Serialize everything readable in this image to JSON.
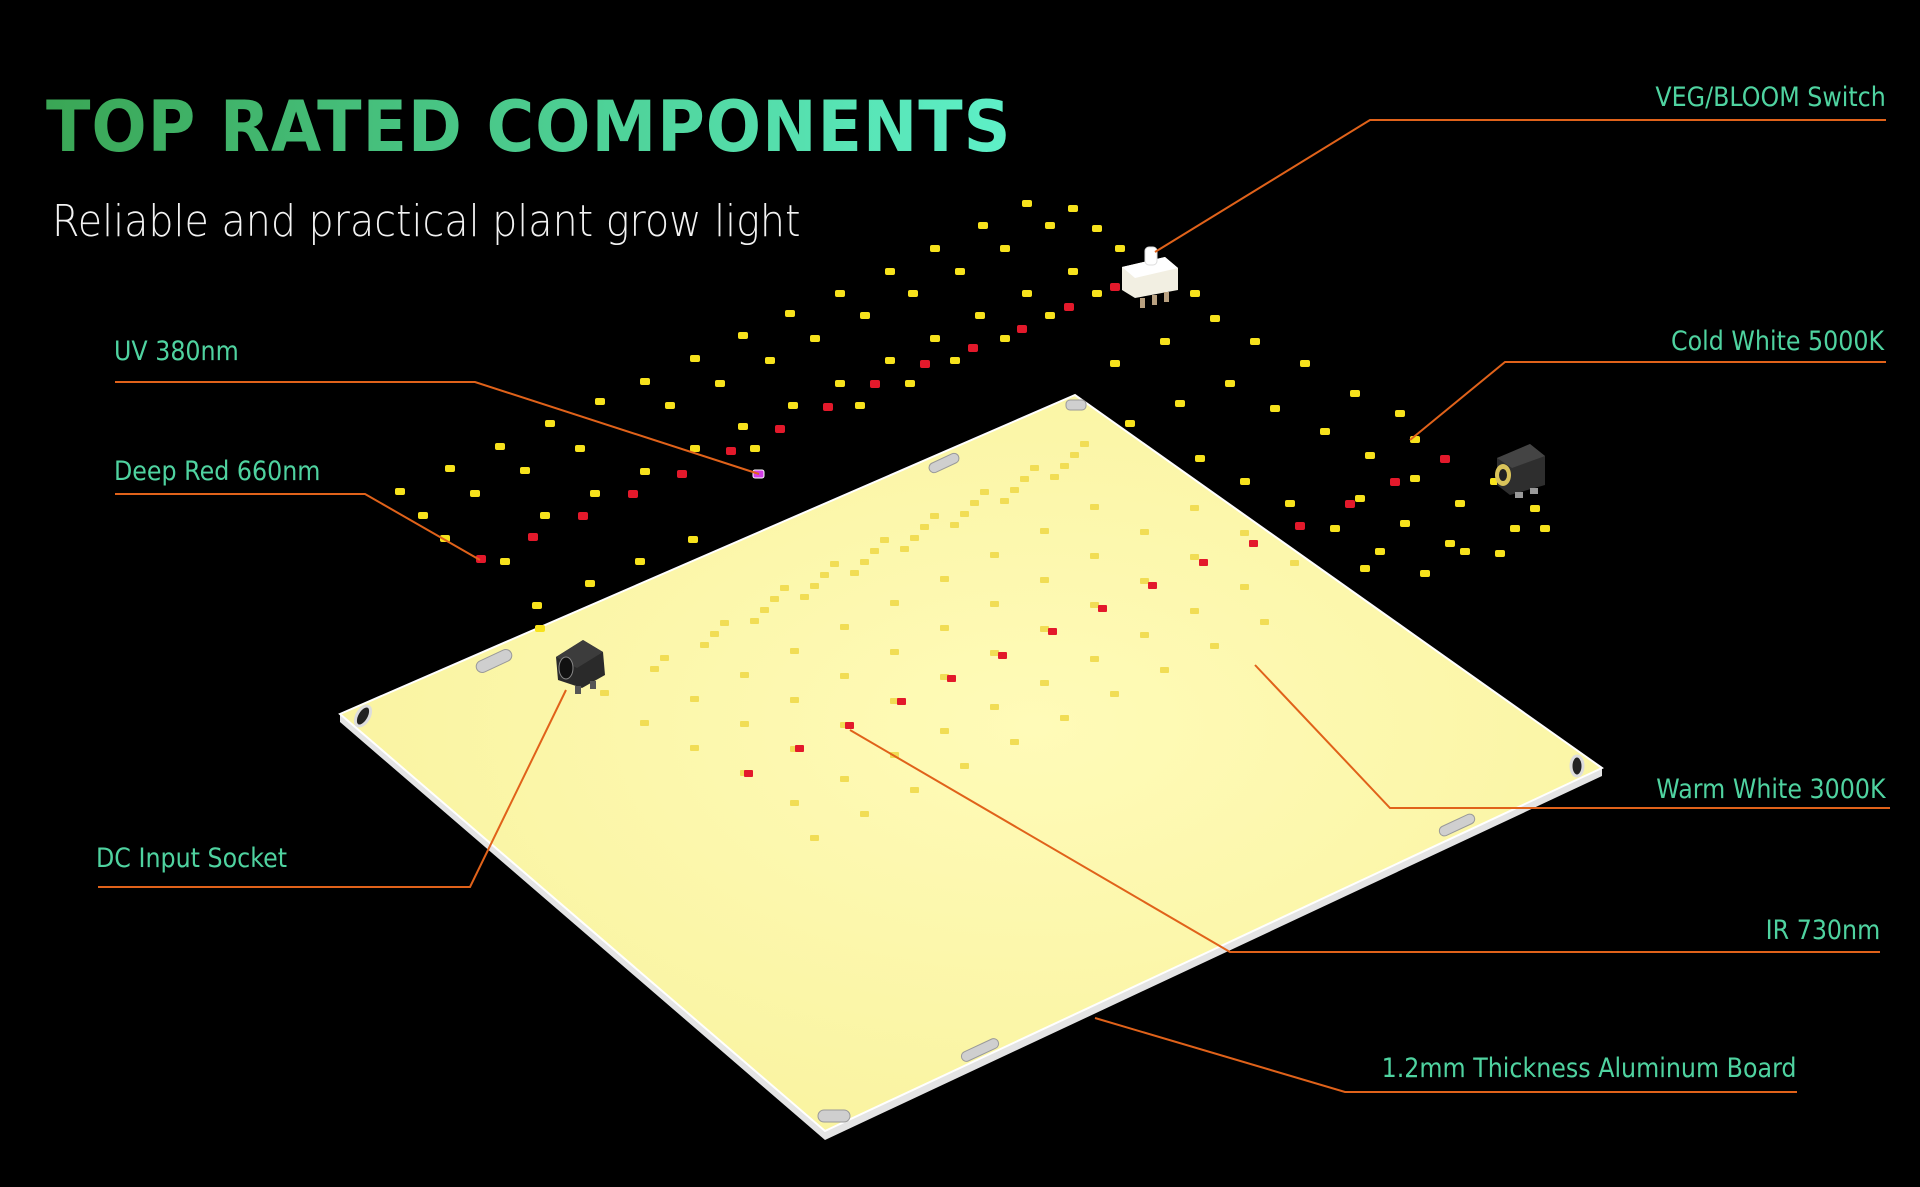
{
  "header": {
    "title": "TOP RATED COMPONENTS",
    "subtitle": "Reliable and practical plant grow light"
  },
  "callouts": {
    "veg_bloom_switch": "VEG/BLOOM Switch",
    "uv": "UV 380nm",
    "cold_white": "Cold White 5000K",
    "deep_red": "Deep Red 660nm",
    "warm_white": "Warm White 3000K",
    "dc_input": "DC Input Socket",
    "ir": "IR 730nm",
    "aluminum_board": "1.2mm Thickness Aluminum Board"
  },
  "colors": {
    "background": "#000000",
    "title_gradient_start": "#3aa655",
    "title_gradient_end": "#5ef0c8",
    "label_text": "#4fd3a0",
    "leader_line": "#e0621a",
    "board_surface": "#fbf7a6",
    "board_edge": "#e6e6e6",
    "led_yellow": "#f7e21c",
    "led_red": "#e3192b",
    "led_uv": "#d23ee6"
  }
}
